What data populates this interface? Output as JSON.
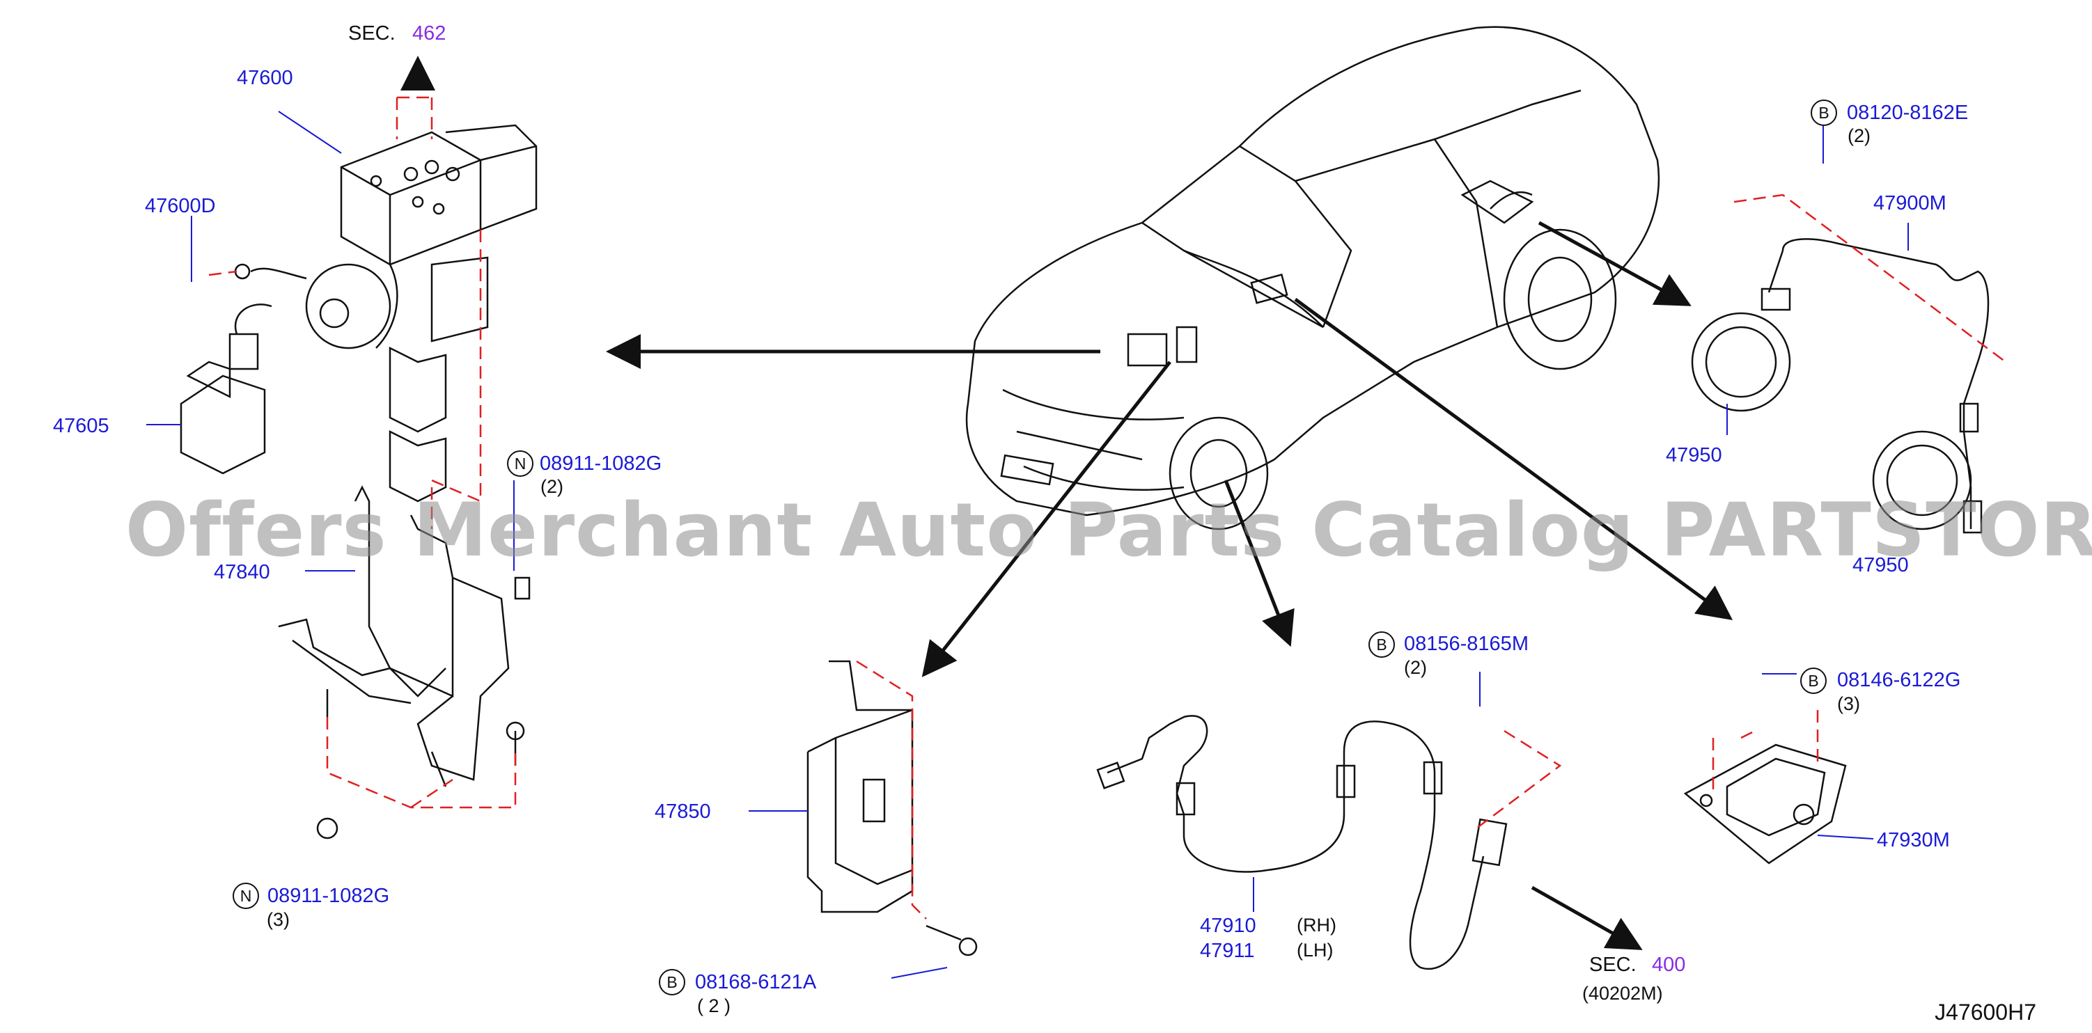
{
  "watermark": "Offers Merchant Auto Parts Catalog PARTSTORE.SA",
  "diagram_code": "J47600H7",
  "colors": {
    "part_number": "#1a1ad6",
    "section_number": "#8a2be2",
    "dashed_guide": "#e02020",
    "line_art": "#111111"
  },
  "sections": {
    "top": {
      "prefix": "SEC.",
      "number": "462"
    },
    "bottom": {
      "prefix": "SEC.",
      "number": "400",
      "ref": "(40202M)"
    }
  },
  "parts": {
    "p47600": "47600",
    "p47600d": "47600D",
    "p47605": "47605",
    "p47840": "47840",
    "p47850": "47850",
    "p47950a": "47950",
    "p47950b": "47950",
    "p47900m": "47900M",
    "p47930m": "47930M",
    "p47910": "47910",
    "p47911": "47911",
    "rh": "(RH)",
    "lh": "(LH)"
  },
  "fasteners": {
    "n1": {
      "badge": "N",
      "number": "08911-1082G",
      "qty": "(2)"
    },
    "n2": {
      "badge": "N",
      "number": "08911-1082G",
      "qty": "(3)"
    },
    "b1": {
      "badge": "B",
      "number": "08168-6121A",
      "qty": "( 2 )"
    },
    "b2": {
      "badge": "B",
      "number": "08120-8162E",
      "qty": "(2)"
    },
    "b3": {
      "badge": "B",
      "number": "08156-8165M",
      "qty": "(2)"
    },
    "b4": {
      "badge": "B",
      "number": "08146-6122G",
      "qty": "(3)"
    }
  }
}
